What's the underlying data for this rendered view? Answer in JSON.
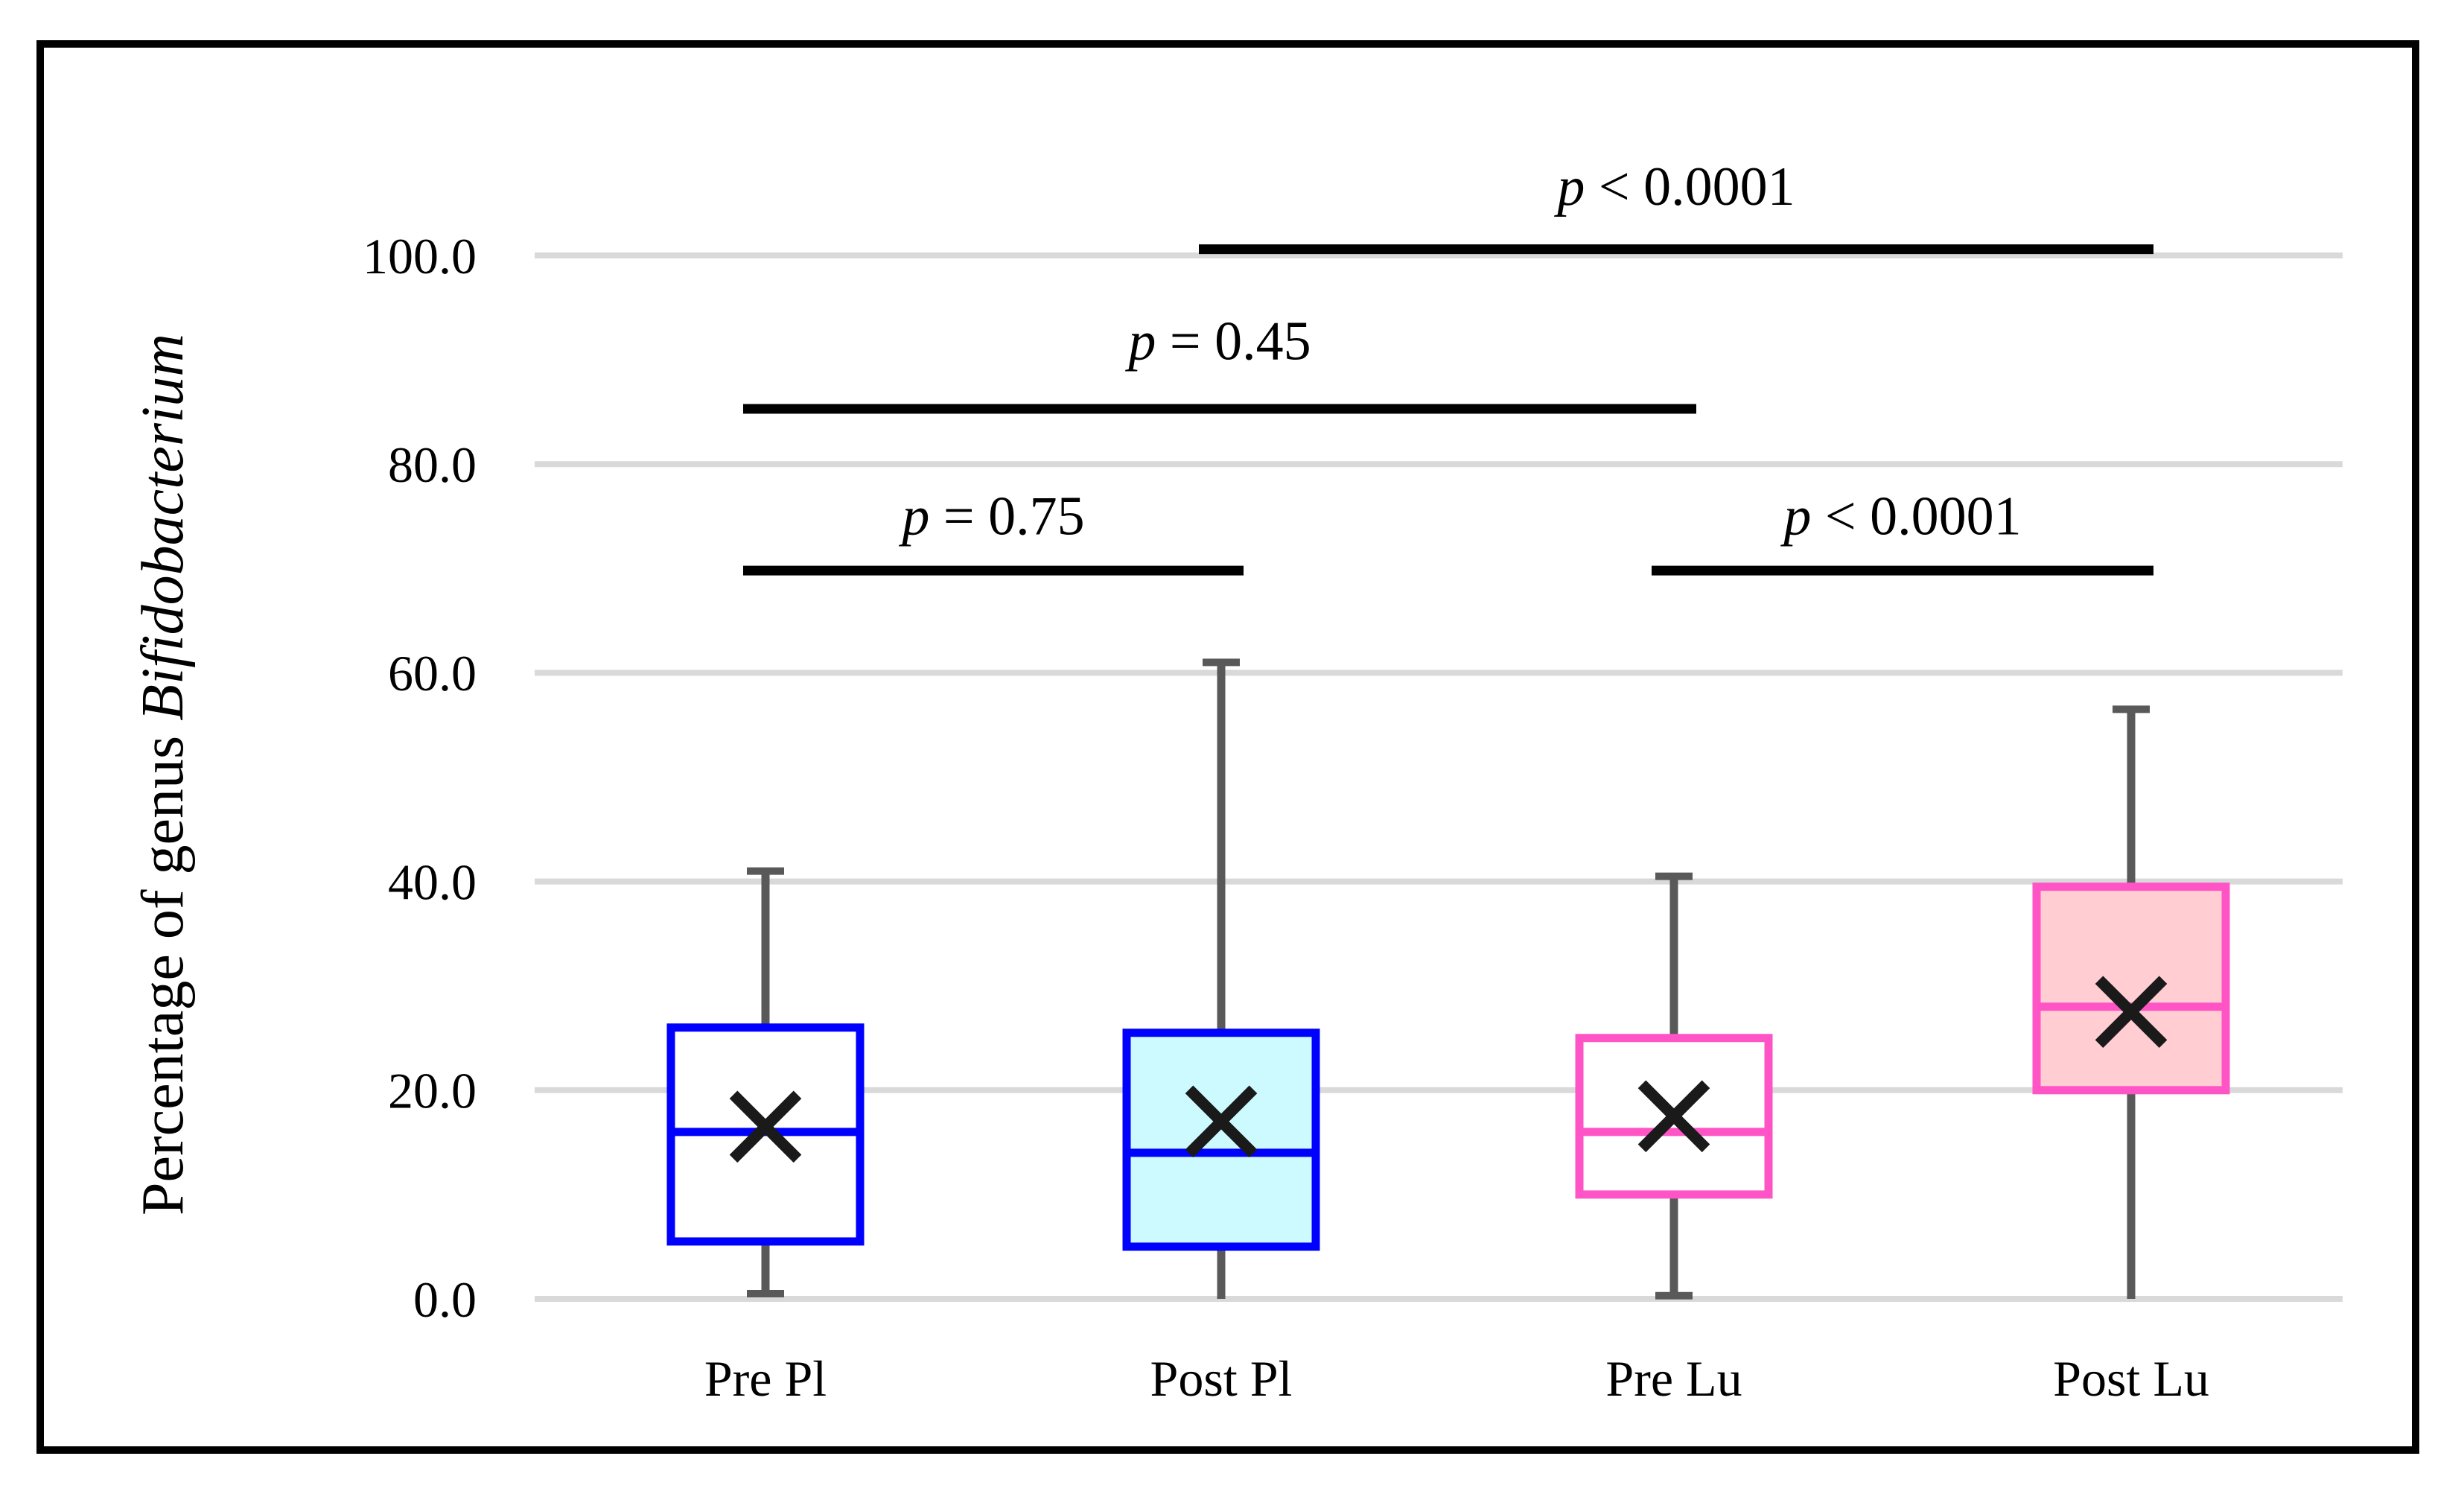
{
  "chart_data": {
    "type": "box",
    "ylabel_roman": "Percentage of genus ",
    "ylabel_italic": "Bifidobacterium",
    "categories": [
      "Pre Pl",
      "Post Pl",
      "Pre Lu",
      "Post Lu"
    ],
    "yticks": [
      "100.0",
      "80.0",
      "60.0",
      "40.0",
      "20.0",
      "0.0"
    ],
    "ytick_values": [
      100,
      80,
      60,
      40,
      20,
      0
    ],
    "ylim": [
      0,
      110
    ],
    "grid": true,
    "legend": "none",
    "series": [
      {
        "name": "Pre Pl",
        "min": 0.5,
        "q1": 5.5,
        "median": 16,
        "q3": 26,
        "max": 41,
        "mean": 16.5,
        "border": "#0000FF",
        "fill": "#FFFFFF",
        "cap_min": true
      },
      {
        "name": "Post Pl",
        "min": 0.0,
        "q1": 5.0,
        "median": 14,
        "q3": 25.5,
        "max": 61,
        "mean": 17.0,
        "border": "#0000FF",
        "fill": "#CCFAFF",
        "cap_min": false
      },
      {
        "name": "Pre Lu",
        "min": 0.3,
        "q1": 10.0,
        "median": 16,
        "q3": 25,
        "max": 40.5,
        "mean": 17.5,
        "border": "#FF54C6",
        "fill": "#FFFFFF",
        "cap_min": true
      },
      {
        "name": "Post Lu",
        "min": 0.0,
        "q1": 20.0,
        "median": 28,
        "q3": 39.5,
        "max": 56.5,
        "mean": 27.5,
        "border": "#FF54C6",
        "fill": "#FFCDD2",
        "cap_min": false
      }
    ],
    "significance": [
      {
        "label_italic": "p",
        "label_text": " < 0.0001",
        "from": "Post Pl",
        "to": "Post Lu",
        "bar_value": 100.6,
        "label_value": 106.7
      },
      {
        "label_italic": "p",
        "label_text": " = 0.45",
        "from": "Pre Pl",
        "to": "Pre Lu",
        "bar_value": 85.3,
        "label_value": 91.9
      },
      {
        "label_italic": "p",
        "label_text": " = 0.75",
        "from": "Pre Pl",
        "to": "Post Pl",
        "bar_value": 69.8,
        "label_value": 75.1
      },
      {
        "label_italic": "p",
        "label_text": " < 0.0001",
        "from": "Pre Lu",
        "to": "Post Lu",
        "bar_value": 69.8,
        "label_value": 75.1
      }
    ],
    "colors": {
      "whisker": "#595959",
      "gridline": "#D9D9D9",
      "mean_marker": "#1A1A1A",
      "sig_bar": "#000000",
      "frame": "#000000",
      "box_blue": "#0000FF",
      "box_pink": "#FF54C6",
      "fill_cyan": "#CCFAFF",
      "fill_pink": "#FFCDD2"
    }
  }
}
